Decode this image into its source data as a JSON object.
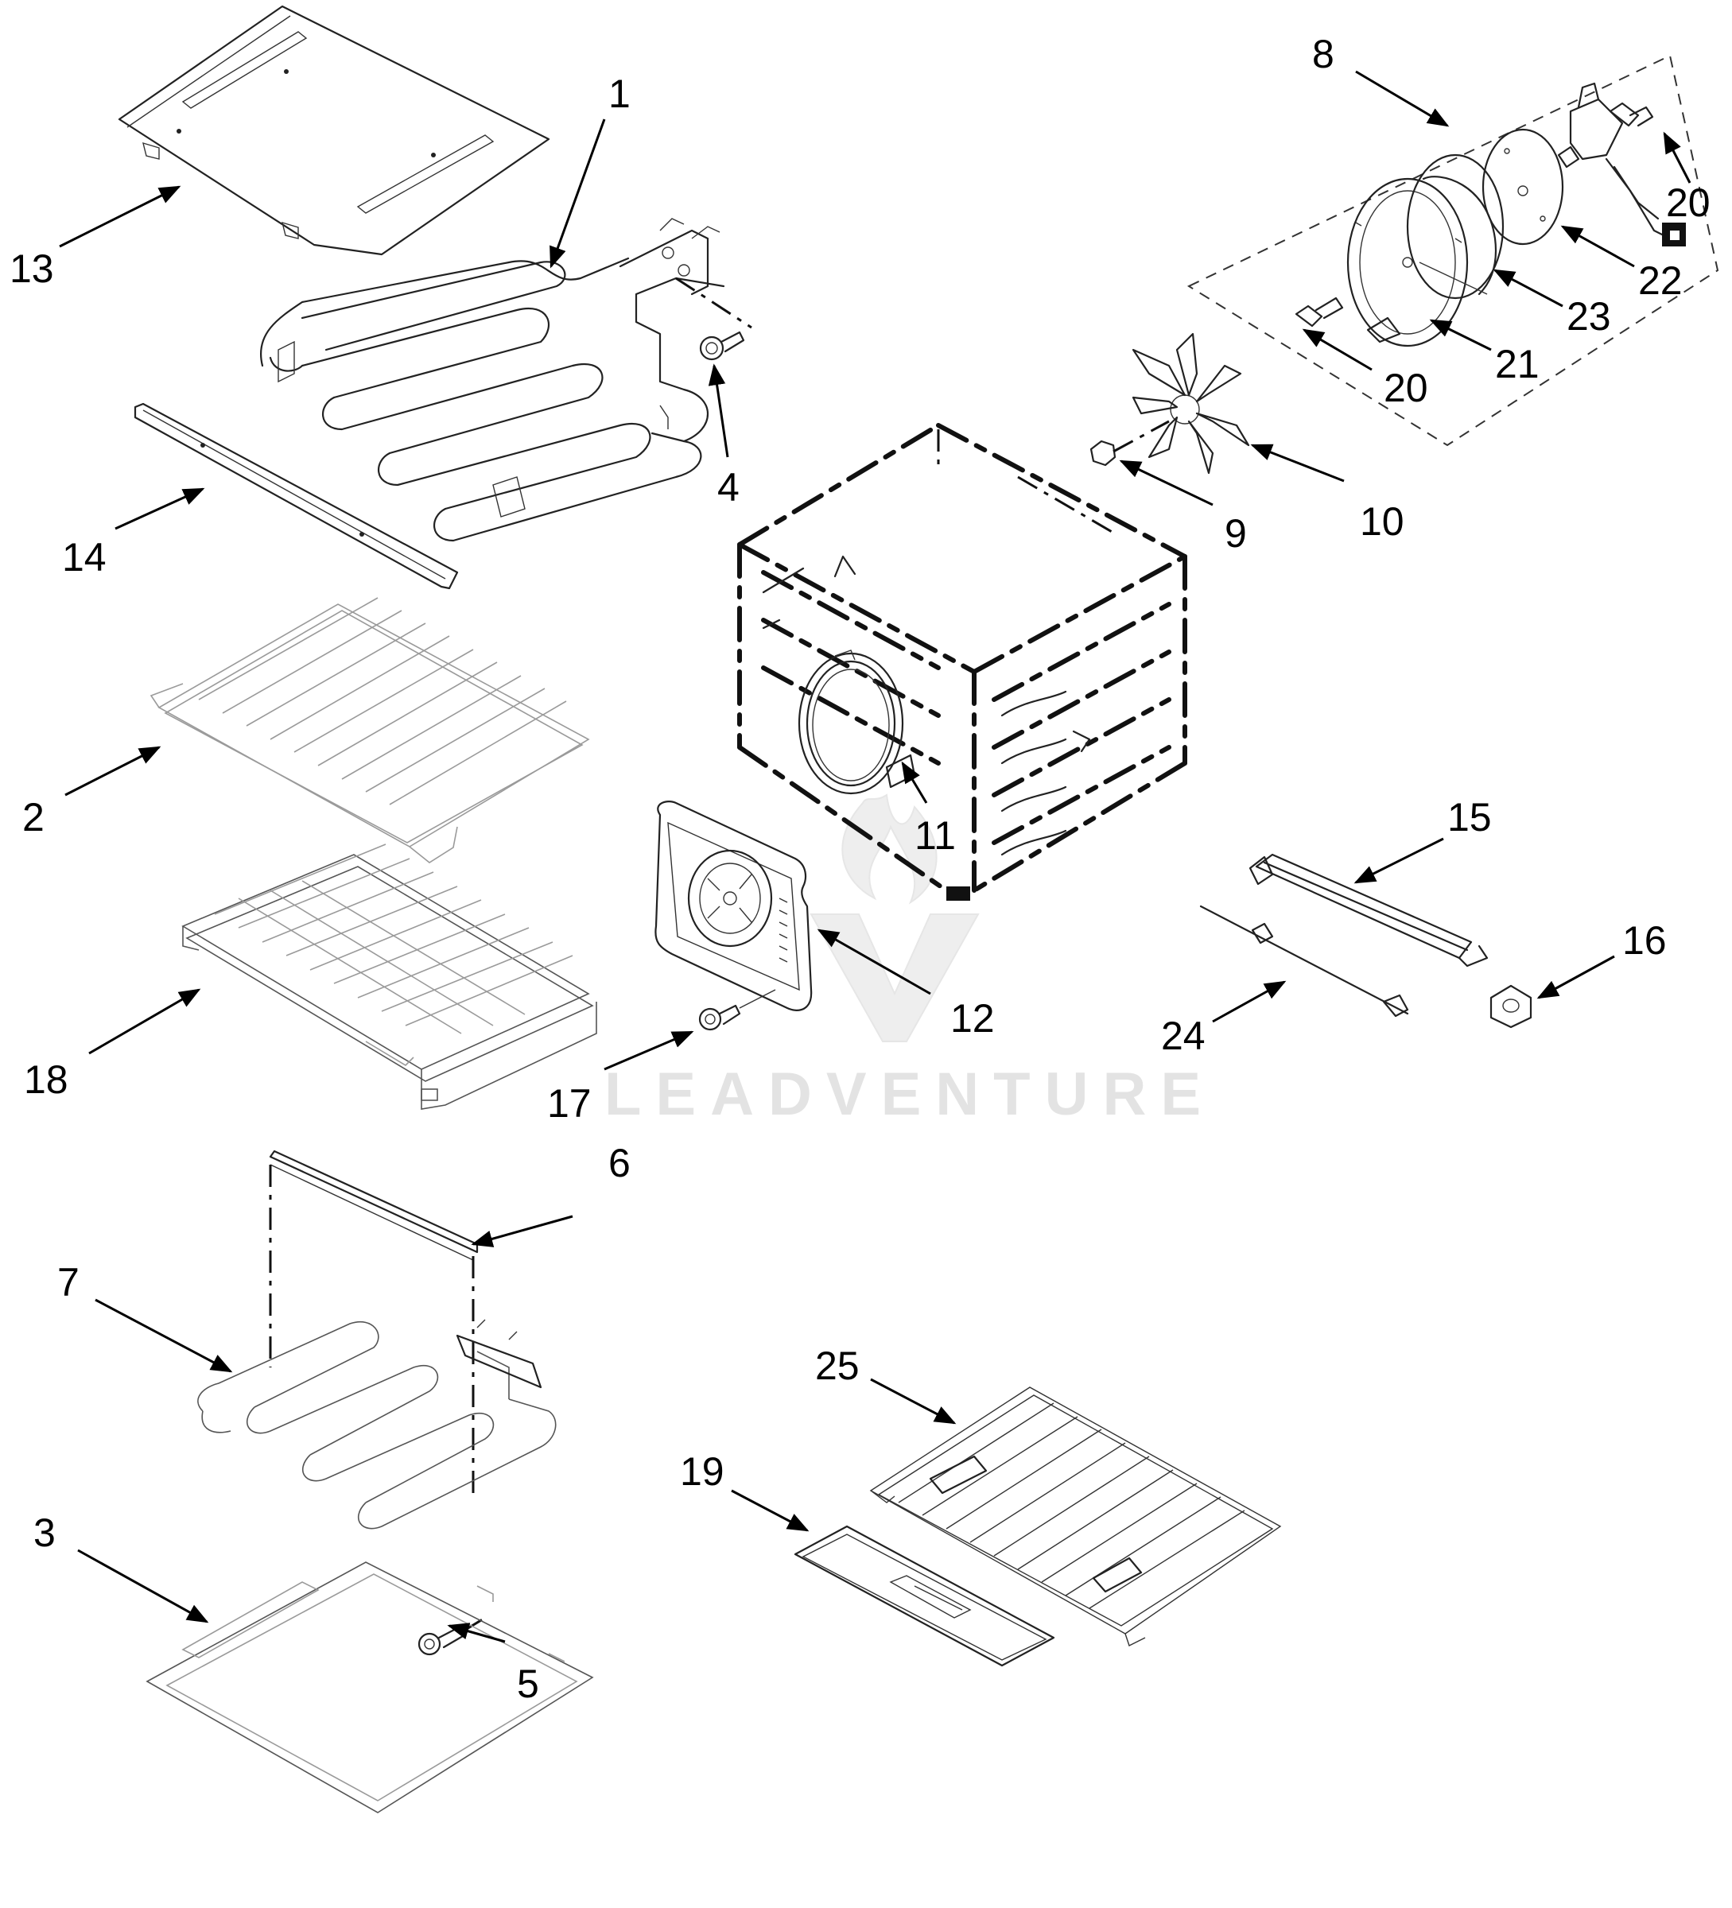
{
  "diagram": {
    "type": "exploded-parts-diagram",
    "watermark": {
      "text": "LEADVENTURE"
    },
    "callouts": [
      {
        "id": "c1",
        "label": "1"
      },
      {
        "id": "c2",
        "label": "2"
      },
      {
        "id": "c3",
        "label": "3"
      },
      {
        "id": "c4",
        "label": "4"
      },
      {
        "id": "c5",
        "label": "5"
      },
      {
        "id": "c6",
        "label": "6"
      },
      {
        "id": "c7",
        "label": "7"
      },
      {
        "id": "c8",
        "label": "8"
      },
      {
        "id": "c9",
        "label": "9"
      },
      {
        "id": "c10",
        "label": "10"
      },
      {
        "id": "c11",
        "label": "11"
      },
      {
        "id": "c12",
        "label": "12"
      },
      {
        "id": "c13",
        "label": "13"
      },
      {
        "id": "c14",
        "label": "14"
      },
      {
        "id": "c15",
        "label": "15"
      },
      {
        "id": "c16",
        "label": "16"
      },
      {
        "id": "c17",
        "label": "17"
      },
      {
        "id": "c18",
        "label": "18"
      },
      {
        "id": "c19",
        "label": "19"
      },
      {
        "id": "c20a",
        "label": "20"
      },
      {
        "id": "c20b",
        "label": "20"
      },
      {
        "id": "c21",
        "label": "21"
      },
      {
        "id": "c22",
        "label": "22"
      },
      {
        "id": "c23",
        "label": "23"
      },
      {
        "id": "c24",
        "label": "24"
      },
      {
        "id": "c25",
        "label": "25"
      }
    ]
  }
}
